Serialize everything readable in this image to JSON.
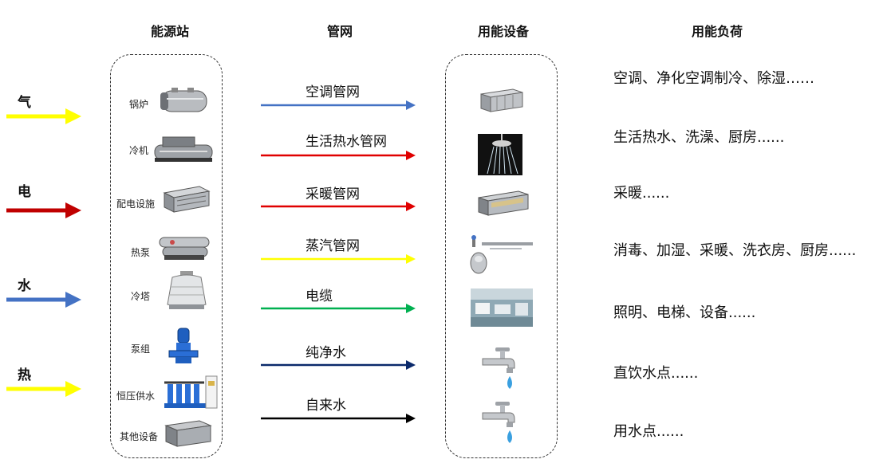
{
  "headers": {
    "station": "能源站",
    "network": "管网",
    "equipment": "用能设备",
    "load": "用能负荷"
  },
  "sources": [
    {
      "label": "气",
      "color": "#ffff00"
    },
    {
      "label": "电",
      "color": "#c00000"
    },
    {
      "label": "水",
      "color": "#4472c4"
    },
    {
      "label": "热",
      "color": "#ffff00"
    }
  ],
  "station_devices": [
    {
      "label": "锅炉",
      "icon": "boiler-icon"
    },
    {
      "label": "冷机",
      "icon": "chiller-icon"
    },
    {
      "label": "配电设施",
      "icon": "switchgear-icon"
    },
    {
      "label": "热泵",
      "icon": "heat-pump-icon"
    },
    {
      "label": "冷塔",
      "icon": "cooling-tower-icon"
    },
    {
      "label": "泵组",
      "icon": "pump-icon"
    },
    {
      "label": "恒压供水",
      "icon": "water-supply-icon"
    },
    {
      "label": "其他设备",
      "icon": "other-equipment-icon"
    }
  ],
  "networks": [
    {
      "label": "空调管网",
      "color": "#4472c4"
    },
    {
      "label": "生活热水管网",
      "color": "#e00000"
    },
    {
      "label": "采暖管网",
      "color": "#e00000"
    },
    {
      "label": "蒸汽管网",
      "color": "#ffff00"
    },
    {
      "label": "电缆",
      "color": "#00b050"
    },
    {
      "label": "纯净水",
      "color": "#0b2a6b"
    },
    {
      "label": "自来水",
      "color": "#000000"
    }
  ],
  "equipment_icons": [
    "ahu-icon",
    "shower-icon",
    "fan-coil-icon",
    "steam-sterilizer-icon",
    "ward-icon",
    "faucet-icon",
    "faucet-icon"
  ],
  "loads": [
    "空调、净化空调制冷、除湿……",
    "生活热水、洗澡、厨房......",
    "采暖......",
    "消毒、加湿、采暖、洗衣房、厨房......",
    "照明、电梯、设备......",
    "直饮水点......",
    "用水点......"
  ]
}
